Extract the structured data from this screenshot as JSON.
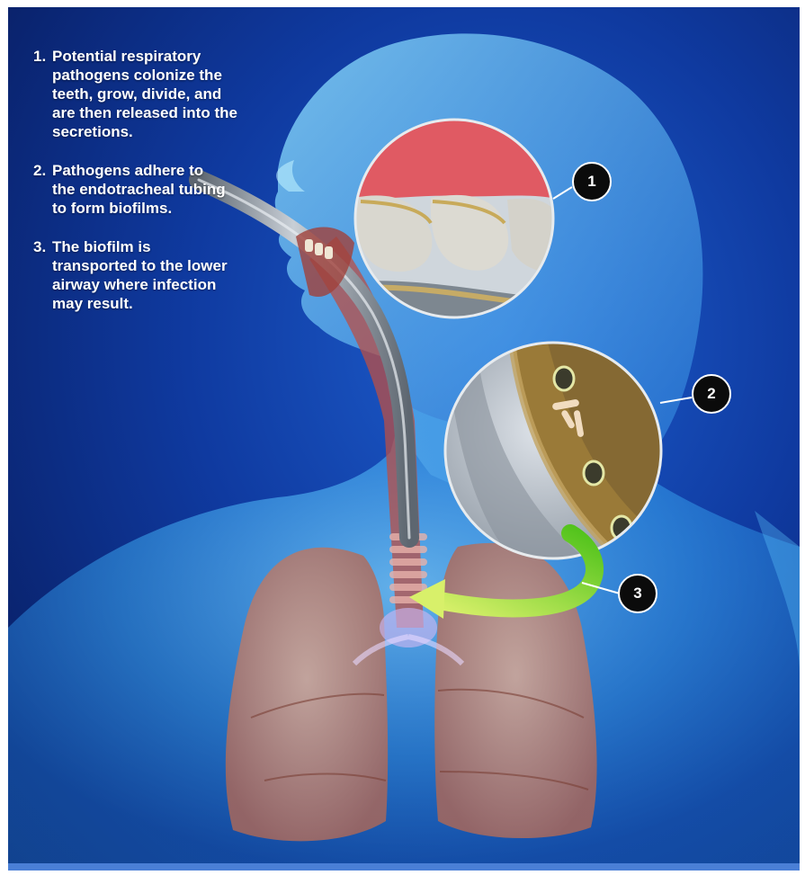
{
  "steps": [
    {
      "number": "1.",
      "text": "Potential respiratory pathogens colonize the teeth, grow, divide, and are then released into the secretions."
    },
    {
      "number": "2.",
      "text": "Pathogens adhere to the endotracheal tubing to form biofilms."
    },
    {
      "number": "3.",
      "text": "The biofilm is transported to the lower airway where infection may result."
    }
  ],
  "callouts": [
    {
      "label": "1",
      "shows": "teeth-closeup-icon"
    },
    {
      "label": "2",
      "shows": "biofilm-on-tube-closeup-icon"
    },
    {
      "label": "3",
      "shows": "transport-arrow-icon"
    }
  ],
  "colors": {
    "background": "#0f3aa0",
    "body_glow": "#5ec8ff",
    "arrow": "#a6e02a",
    "tube": "#8f99a3",
    "lung": "#c9907a",
    "gum": "#e05a63",
    "biofilm": "#9a7a38",
    "badge": "#0b0b0b"
  }
}
